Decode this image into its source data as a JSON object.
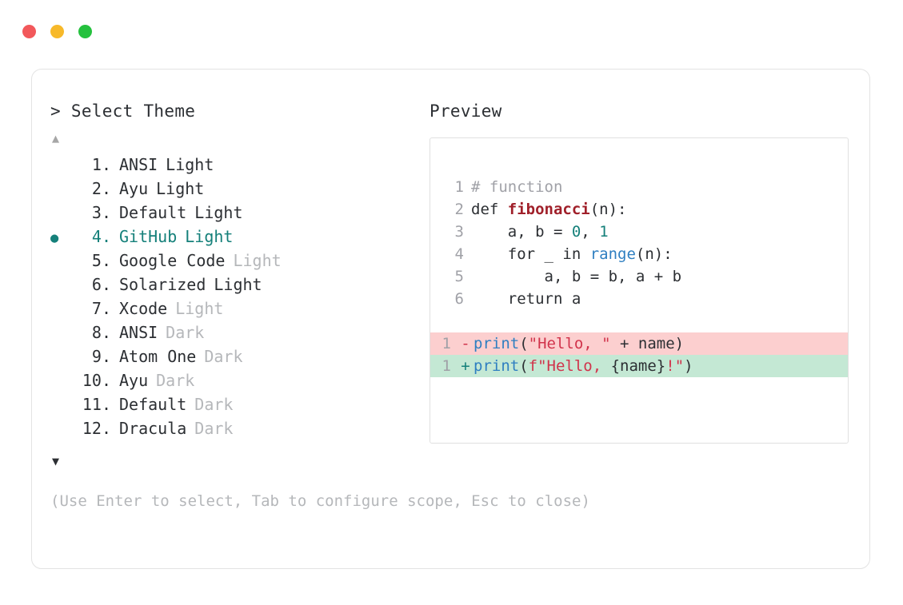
{
  "window": {
    "traffic_lights": [
      {
        "name": "close",
        "color": "#f2585b"
      },
      {
        "name": "minimize",
        "color": "#f7b92a"
      },
      {
        "name": "maximize",
        "color": "#25c13e"
      }
    ]
  },
  "left_panel": {
    "heading": "> Select Theme",
    "scroll_up_icon": "▲",
    "scroll_down_icon": "▼",
    "selected_index": 4,
    "selected_marker": "●",
    "accent_color": "#15807a",
    "items": [
      {
        "index": "1.",
        "name": "ANSI",
        "variant": "Light",
        "variant_dim": false,
        "selected": false,
        "marker": ""
      },
      {
        "index": "2.",
        "name": "Ayu",
        "variant": "Light",
        "variant_dim": false,
        "selected": false,
        "marker": ""
      },
      {
        "index": "3.",
        "name": "Default",
        "variant": "Light",
        "variant_dim": false,
        "selected": false,
        "marker": ""
      },
      {
        "index": "4.",
        "name": "GitHub",
        "variant": "Light",
        "variant_dim": false,
        "selected": true,
        "marker": "●"
      },
      {
        "index": "5.",
        "name": "Google Code",
        "variant": "Light",
        "variant_dim": true,
        "selected": false,
        "marker": ""
      },
      {
        "index": "6.",
        "name": "Solarized",
        "variant": "Light",
        "variant_dim": false,
        "selected": false,
        "marker": ""
      },
      {
        "index": "7.",
        "name": "Xcode",
        "variant": "Light",
        "variant_dim": true,
        "selected": false,
        "marker": ""
      },
      {
        "index": "8.",
        "name": "ANSI",
        "variant": "Dark",
        "variant_dim": true,
        "selected": false,
        "marker": ""
      },
      {
        "index": "9.",
        "name": "Atom One",
        "variant": "Dark",
        "variant_dim": true,
        "selected": false,
        "marker": ""
      },
      {
        "index": "10.",
        "name": "Ayu",
        "variant": "Dark",
        "variant_dim": true,
        "selected": false,
        "marker": ""
      },
      {
        "index": "11.",
        "name": "Default",
        "variant": "Dark",
        "variant_dim": true,
        "selected": false,
        "marker": ""
      },
      {
        "index": "12.",
        "name": "Dracula",
        "variant": "Dark",
        "variant_dim": true,
        "selected": false,
        "marker": ""
      }
    ],
    "hint": "(Use Enter to select, Tab to configure scope, Esc to close)"
  },
  "right_panel": {
    "heading": "Preview",
    "code_lines": [
      {
        "num": "1",
        "tokens": [
          {
            "t": "# function",
            "c": "tok-comment"
          }
        ]
      },
      {
        "num": "2",
        "tokens": [
          {
            "t": "def ",
            "c": "tok-plain"
          },
          {
            "t": "fibonacci",
            "c": "tok-func"
          },
          {
            "t": "(n):",
            "c": "tok-plain"
          }
        ]
      },
      {
        "num": "3",
        "tokens": [
          {
            "t": "    a, b = ",
            "c": "tok-plain"
          },
          {
            "t": "0",
            "c": "tok-num"
          },
          {
            "t": ", ",
            "c": "tok-plain"
          },
          {
            "t": "1",
            "c": "tok-num"
          }
        ]
      },
      {
        "num": "4",
        "tokens": [
          {
            "t": "    for _ in ",
            "c": "tok-plain"
          },
          {
            "t": "range",
            "c": "tok-builtin"
          },
          {
            "t": "(n):",
            "c": "tok-plain"
          }
        ]
      },
      {
        "num": "5",
        "tokens": [
          {
            "t": "        a, b = b, a + b",
            "c": "tok-plain"
          }
        ]
      },
      {
        "num": "6",
        "tokens": [
          {
            "t": "    return a",
            "c": "tok-plain"
          }
        ]
      }
    ],
    "diff_lines": [
      {
        "num": "1",
        "sign": "-",
        "kind": "removed",
        "tokens": [
          {
            "t": "print",
            "c": "tok-builtin"
          },
          {
            "t": "(",
            "c": "tok-plain"
          },
          {
            "t": "\"Hello, \"",
            "c": "tok-string"
          },
          {
            "t": " + name)",
            "c": "tok-plain"
          }
        ]
      },
      {
        "num": "1",
        "sign": "+",
        "kind": "added",
        "tokens": [
          {
            "t": "print",
            "c": "tok-builtin"
          },
          {
            "t": "(",
            "c": "tok-plain"
          },
          {
            "t": "f\"Hello, ",
            "c": "tok-string"
          },
          {
            "t": "{name}",
            "c": "tok-plain"
          },
          {
            "t": "!\"",
            "c": "tok-string"
          },
          {
            "t": ")",
            "c": "tok-plain"
          }
        ]
      }
    ]
  }
}
